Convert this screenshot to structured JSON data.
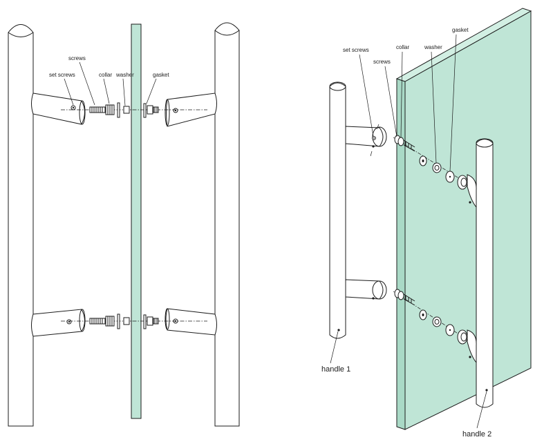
{
  "colors": {
    "glass": "#bfe5d6",
    "outline": "#1a1a1a",
    "background": "#ffffff"
  },
  "left_view": {
    "labels": {
      "screws": "screws",
      "set_screws": "set screws",
      "collar": "collar",
      "washer": "washer",
      "gasket": "gasket"
    }
  },
  "right_view": {
    "labels": {
      "set_screws": "set screws",
      "screws": "screws",
      "collar": "collar",
      "washer": "washer",
      "gasket": "gasket",
      "handle_1": "handle 1",
      "handle_2": "handle 2"
    }
  }
}
